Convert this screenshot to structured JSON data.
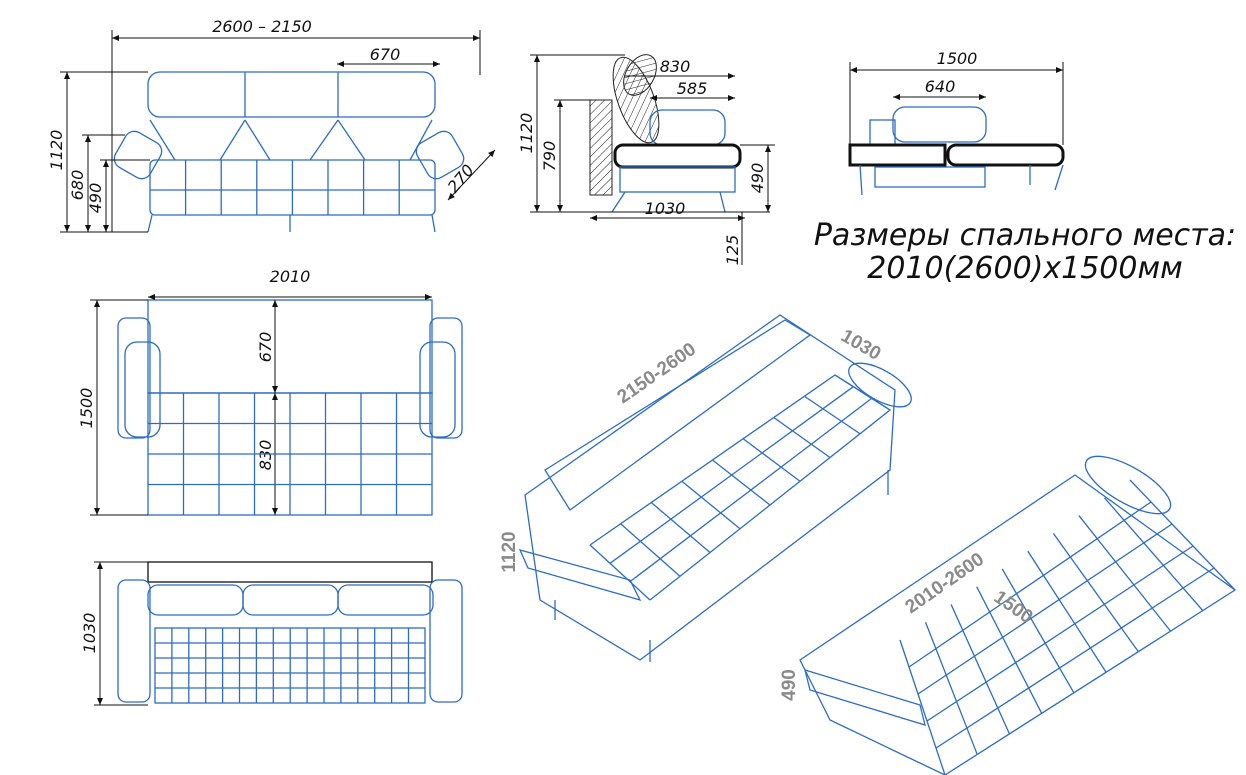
{
  "front_view": {
    "overall_width": "2600 – 2150",
    "headrest_width": "670",
    "height": "1120",
    "arm_height": "680",
    "seat_height": "490",
    "headrest_tilt": "270"
  },
  "side_view": {
    "back_angle": "830",
    "headrest_depth": "585",
    "height": "1120",
    "back_height": "790",
    "seat_height": "490",
    "depth": "1030",
    "leg_height": "125"
  },
  "bed_view": {
    "width": "1500",
    "headrest_width": "640"
  },
  "sleeping_area": {
    "title": "Размеры спального места:",
    "size": "2010(2600)x1500мм"
  },
  "top_view": {
    "width": "2010",
    "depth": "1500",
    "back_depth": "670",
    "seat_depth": "830"
  },
  "bottom_view": {
    "depth": "1030"
  },
  "iso_sofa": {
    "length": "2150-2600",
    "depth": "1030",
    "height": "1120"
  },
  "iso_bed": {
    "length": "2010-2600",
    "width": "1500",
    "height": "490"
  },
  "colors": {
    "outline": "#2c6cc4",
    "dimension": "#111111",
    "iso_label": "#8a8a8a"
  }
}
